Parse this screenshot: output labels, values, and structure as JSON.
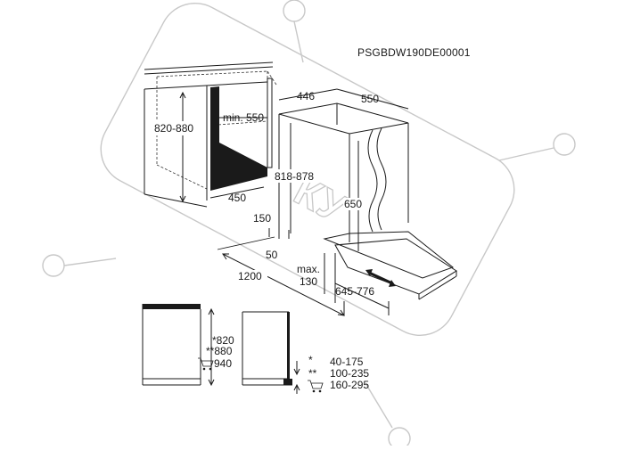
{
  "code": "PSGBDW190DE00001",
  "watermark": {
    "text": "КУ"
  },
  "top": {
    "h_niche": "820-880",
    "min_w": "min. 550",
    "depth_niche": "450",
    "w_446": "446",
    "w_550": "550",
    "h_app": "818-878",
    "h_650": "650",
    "v_150": "150",
    "v_50": "50",
    "w_1200": "1200",
    "max_label": "max.",
    "max_val": "130",
    "door_range": "645-776"
  },
  "bottom": {
    "h1": "*820",
    "h2": "**880",
    "h3": "940",
    "r1": "40-175",
    "r2": "100-235",
    "r3": "160-295",
    "m1": "*",
    "m2": "**"
  }
}
